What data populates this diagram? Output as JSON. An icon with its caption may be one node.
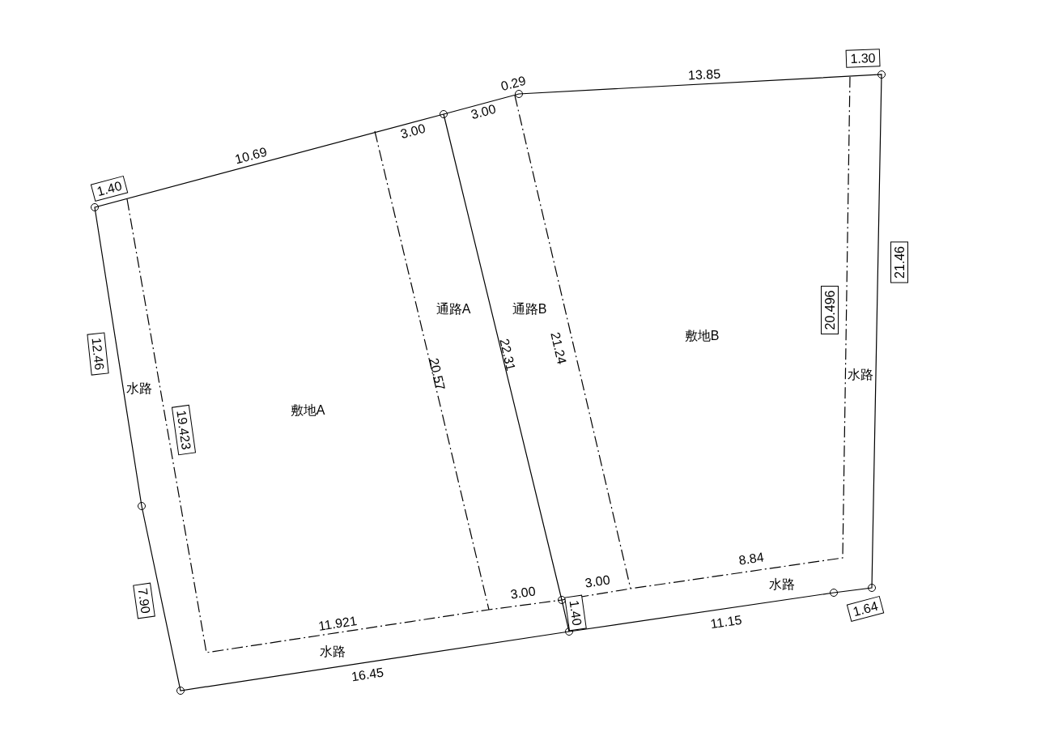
{
  "diagram": {
    "labels": [
      "1.30",
      "13.85",
      "0.29",
      "3.00",
      "3.00",
      "10.69",
      "1.40",
      "21.46",
      "20.496",
      "通路A",
      "通路B",
      "敷地B",
      "12.46",
      "22.31",
      "21.24",
      "水路",
      "水路",
      "20.57",
      "19.423",
      "敷地A",
      "7.90",
      "8.84",
      "3.00",
      "水路",
      "3.00",
      "1.64",
      "1.40",
      "11.921",
      "11.15",
      "水路",
      "16.45"
    ]
  }
}
